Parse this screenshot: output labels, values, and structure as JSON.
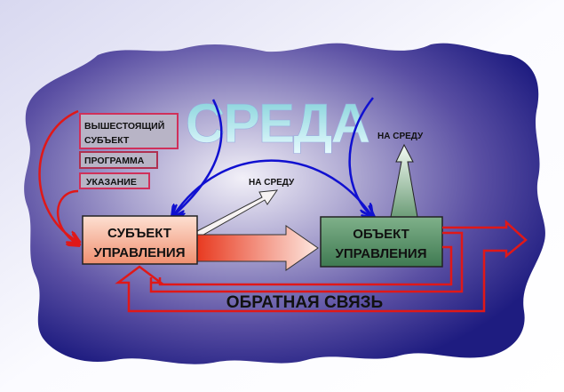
{
  "title": "СРЕДА",
  "inputs": [
    {
      "line1": "ВЫШЕСТОЯЩИЙ",
      "line2": "СУБЪЕКТ"
    },
    {
      "line1": "ПРОГРАММА"
    },
    {
      "line1": "УКАЗАНИЕ"
    }
  ],
  "subject": {
    "line1": "СУБЪЕКТ",
    "line2": "УПРАВЛЕНИЯ"
  },
  "object": {
    "line1": "ОБЪЕКТ",
    "line2": "УПРАВЛЕНИЯ"
  },
  "env_label_1": "НА СРЕДУ",
  "env_label_2": "НА СРЕДУ",
  "feedback": "ОБРАТНАЯ СВЯЗЬ",
  "colors": {
    "blob_dark": "#23237e",
    "subject": "#f4a58a",
    "object": "#4f8a62",
    "arrow_red": "#e01818",
    "arrow_blue": "#1010d0"
  }
}
